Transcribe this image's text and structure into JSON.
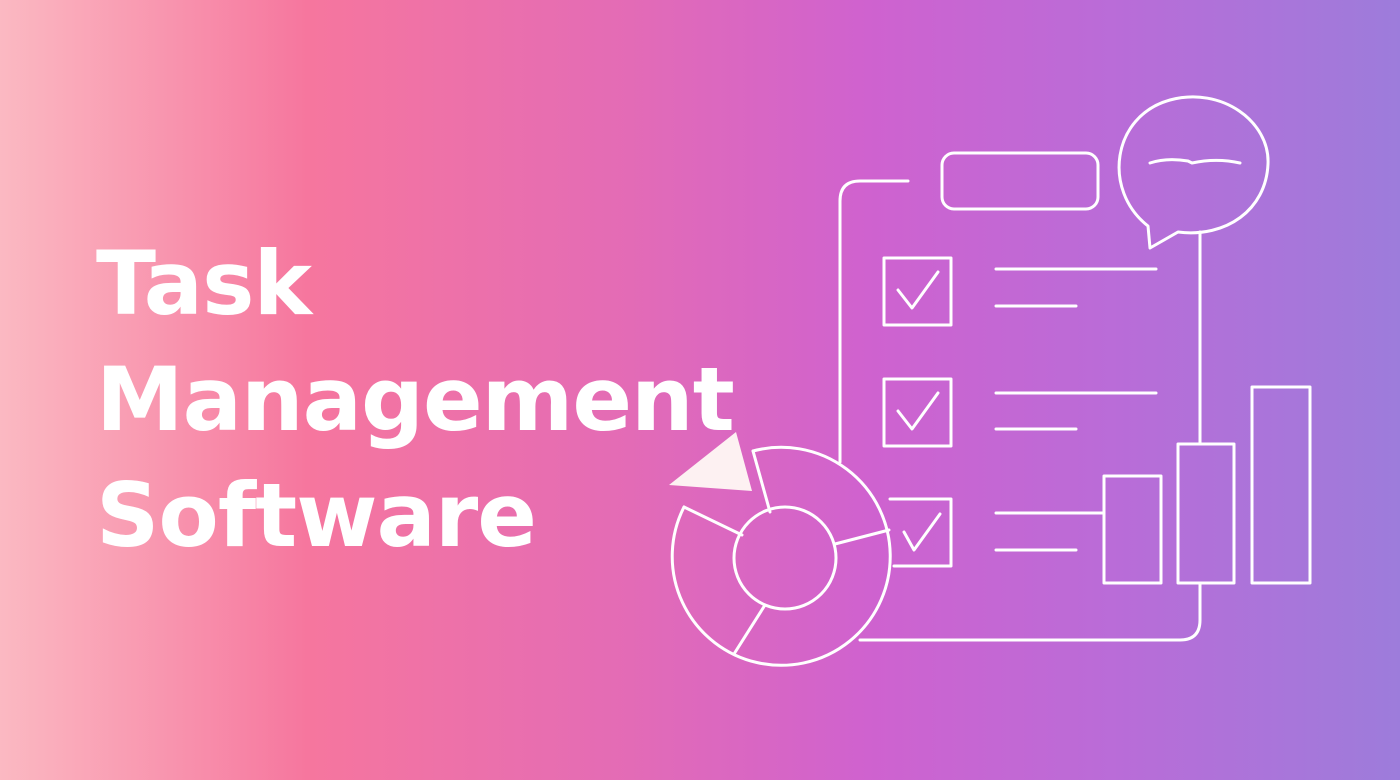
{
  "headline": {
    "line1": "Task",
    "line2": "Management",
    "line3": "Software"
  },
  "illustration": {
    "checklist_items": 3,
    "checked_items": 3,
    "bar_chart_bars": 3
  },
  "colors": {
    "gradient_start": "#fbb9c2",
    "gradient_pink": "#f6769e",
    "gradient_magenta": "#cf62cf",
    "gradient_end": "#9d7cdb",
    "stroke": "#ffffff",
    "pie_highlight": "#fdf1f2"
  }
}
